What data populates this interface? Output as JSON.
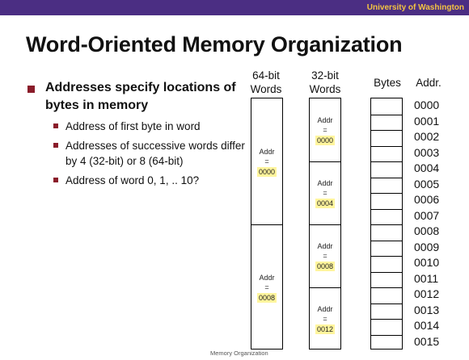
{
  "header": {
    "org": "University of Washington"
  },
  "title": "Word-Oriented Memory Organization",
  "main_bullet": "Addresses specify locations of bytes in memory",
  "sub_bullets": [
    "Address of first byte in word",
    "Addresses of successive words differ by 4 (32-bit) or 8 (64-bit)",
    "Address of word 0, 1, .. 10?"
  ],
  "columns": {
    "words64": "64-bit Words",
    "words32": "32-bit Words",
    "bytes": "Bytes",
    "addr": "Addr."
  },
  "words64": [
    {
      "label": "Addr",
      "eq": "=",
      "value": "0000"
    },
    {
      "label": "Addr",
      "eq": "=",
      "value": "0008"
    }
  ],
  "words32": [
    {
      "label": "Addr",
      "eq": "=",
      "value": "0000"
    },
    {
      "label": "Addr",
      "eq": "=",
      "value": "0004"
    },
    {
      "label": "Addr",
      "eq": "=",
      "value": "0008"
    },
    {
      "label": "Addr",
      "eq": "=",
      "value": "0012"
    }
  ],
  "addresses": [
    "0000",
    "0001",
    "0002",
    "0003",
    "0004",
    "0005",
    "0006",
    "0007",
    "0008",
    "0009",
    "0010",
    "0011",
    "0012",
    "0013",
    "0014",
    "0015"
  ],
  "footer": "Memory Organization",
  "colors": {
    "brand_bar": "#4b2e83",
    "brand_text": "#f4c542",
    "bullet": "#8a1c2a",
    "highlight": "#fff59d"
  }
}
